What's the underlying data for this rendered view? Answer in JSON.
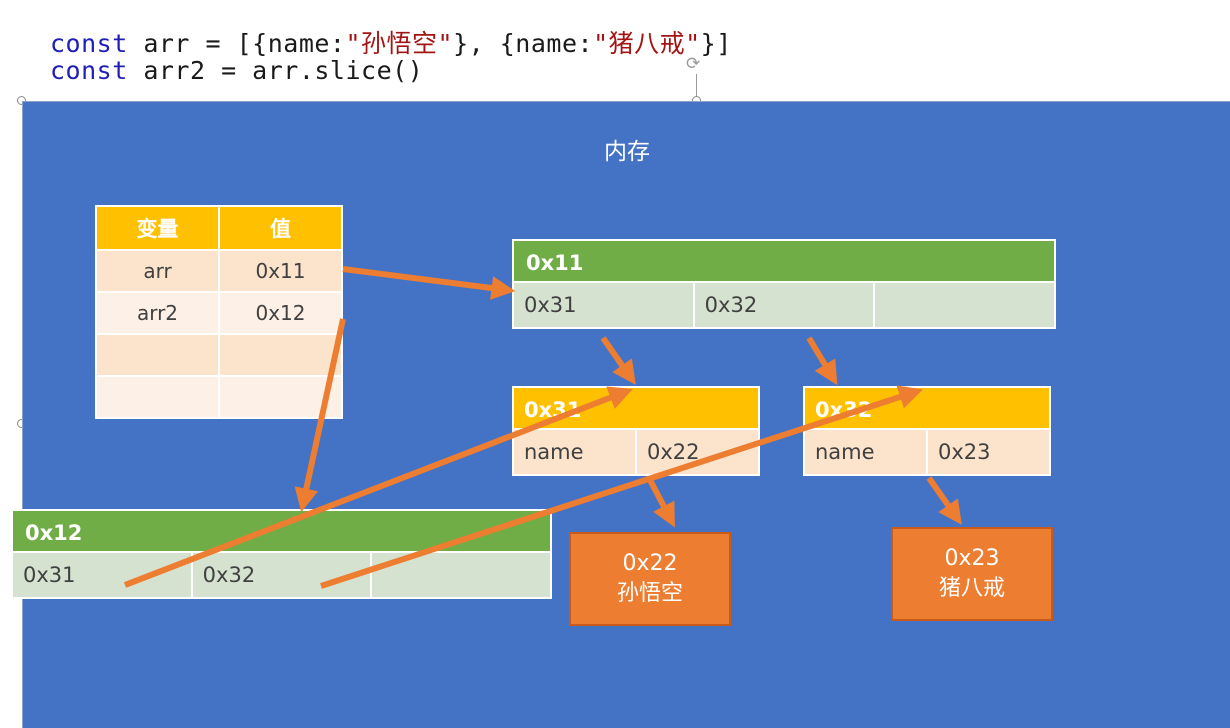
{
  "code": {
    "line1": {
      "kw": "const",
      "rest1": " arr = [{name:",
      "str1": "\"孙悟空\"",
      "rest2": "}, {name:",
      "str2": "\"猪八戒\"",
      "rest3": "}]"
    },
    "line2": {
      "kw": "const",
      "rest": " arr2 = arr.slice()"
    }
  },
  "diagram": {
    "title": "内存",
    "var_table": {
      "headers": [
        "变量",
        "值"
      ],
      "rows": [
        [
          "arr",
          "0x11"
        ],
        [
          "arr2",
          "0x12"
        ],
        [
          "",
          ""
        ],
        [
          "",
          ""
        ]
      ]
    },
    "array_0x11": {
      "address": "0x11",
      "cells": [
        "0x31",
        "0x32",
        ""
      ]
    },
    "array_0x12": {
      "address": "0x12",
      "cells": [
        "0x31",
        "0x32",
        ""
      ]
    },
    "object_0x31": {
      "address": "0x31",
      "key": "name",
      "value": "0x22"
    },
    "object_0x32": {
      "address": "0x32",
      "key": "name",
      "value": "0x23"
    },
    "string_0x22": {
      "address": "0x22",
      "value": "孙悟空"
    },
    "string_0x23": {
      "address": "0x23",
      "value": "猪八戒"
    },
    "colors": {
      "background": "#4472c4",
      "array_header": "#70ad47",
      "object_header": "#ffc000",
      "string_box": "#ed7d31",
      "arrow": "#ed7d31"
    },
    "arrows": [
      {
        "from": "arr",
        "to": "0x11"
      },
      {
        "from": "arr2",
        "to": "0x12"
      },
      {
        "from": "0x11[0]",
        "to": "0x31"
      },
      {
        "from": "0x11[1]",
        "to": "0x32"
      },
      {
        "from": "0x12[0]",
        "to": "0x31"
      },
      {
        "from": "0x12[1]",
        "to": "0x32"
      },
      {
        "from": "0x31.name",
        "to": "0x22"
      },
      {
        "from": "0x32.name",
        "to": "0x23"
      }
    ]
  }
}
